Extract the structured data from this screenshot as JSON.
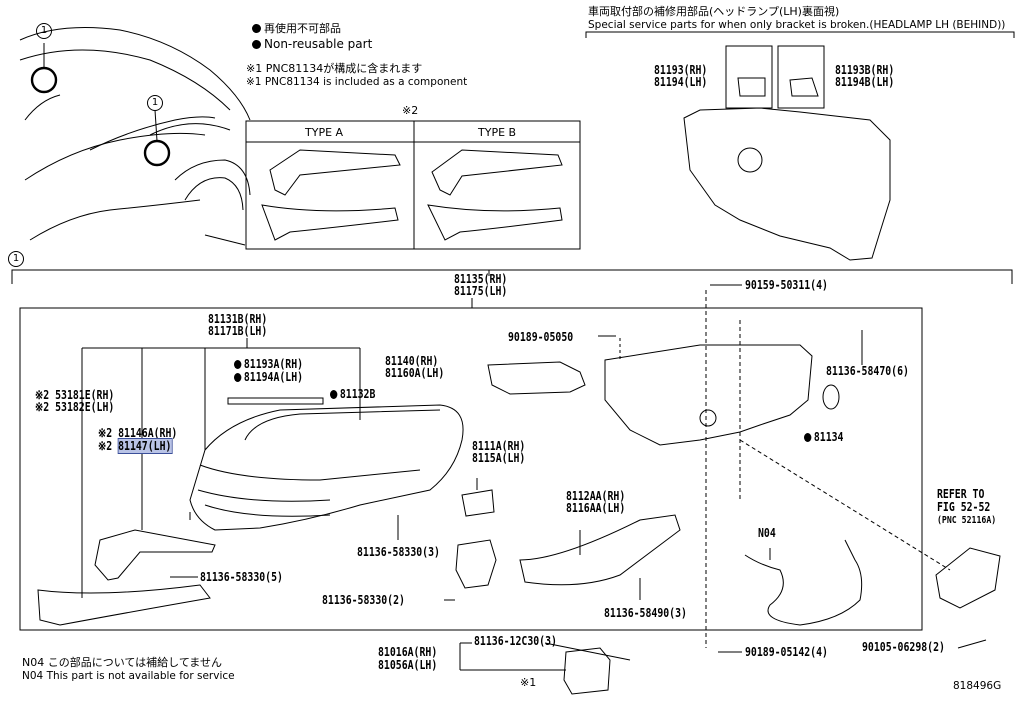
{
  "legend": {
    "nonreusable_jp": "再使用不可部品",
    "nonreusable_en": "Non-reusable part",
    "note1_jp": "※1 PNC81134が構成に含まれます",
    "note1_en": "※1 PNC81134 is included as a component"
  },
  "note2_mark": "※2",
  "type_a": "TYPE A",
  "type_b": "TYPE B",
  "callout_1": "1",
  "rear_view": {
    "title_jp": "車両取付部の補修用部品(ヘッドランプ(LH)裏面視)",
    "title_en": "Special service parts for when only bracket is broken.(HEADLAMP LH (BEHIND))",
    "p81193": "81193(RH)",
    "p81194": "81194(LH)",
    "p81193b": "81193B(RH)",
    "p81194b": "81194B(LH)"
  },
  "parts": {
    "p81135": "81135(RH)",
    "p81175": "81175(LH)",
    "p81131b": "81131B(RH)",
    "p81171b": "81171B(LH)",
    "p81193a": "81193A(RH)",
    "p81194a": "81194A(LH)",
    "p81132b": "81132B",
    "p53181e": "※2 53181E(RH)",
    "p53182e": "※2 53182E(LH)",
    "p81146a": "※2 81146A(RH)",
    "p81147_mark": "※2",
    "p81147": "81147(LH)",
    "p81136_58330_5": "81136-58330(5)",
    "p81140": "81140(RH)",
    "p81160a": "81160A(LH)",
    "p90189_05050": "90189-05050",
    "p90159": "90159-50311(4)",
    "p81136_58470": "81136-58470(6)",
    "p81134": "81134",
    "p8111a": "8111A(RH)",
    "p8115a": "8115A(LH)",
    "p81136_58330_3": "81136-58330(3)",
    "p81136_58330_2": "81136-58330(2)",
    "p8112aa": "8112AA(RH)",
    "p8116aa": "8116AA(LH)",
    "p81136_58490": "81136-58490(3)",
    "n04": "N04",
    "refer1": "REFER TO",
    "refer2": "FIG 52-52",
    "refer3": "(PNC 52116A)",
    "p90105": "90105-06298(2)",
    "p90189_05142": "90189-05142(4)",
    "p81016a": "81016A(RH)",
    "p81056a": "81056A(LH)",
    "p81136_12c30": "81136-12C30(3)",
    "note1_mark": "※1"
  },
  "footnote": {
    "jp": "この部品については補給してません",
    "en": "This part is not available for service",
    "code": "N04"
  },
  "figure_id": "818496G"
}
